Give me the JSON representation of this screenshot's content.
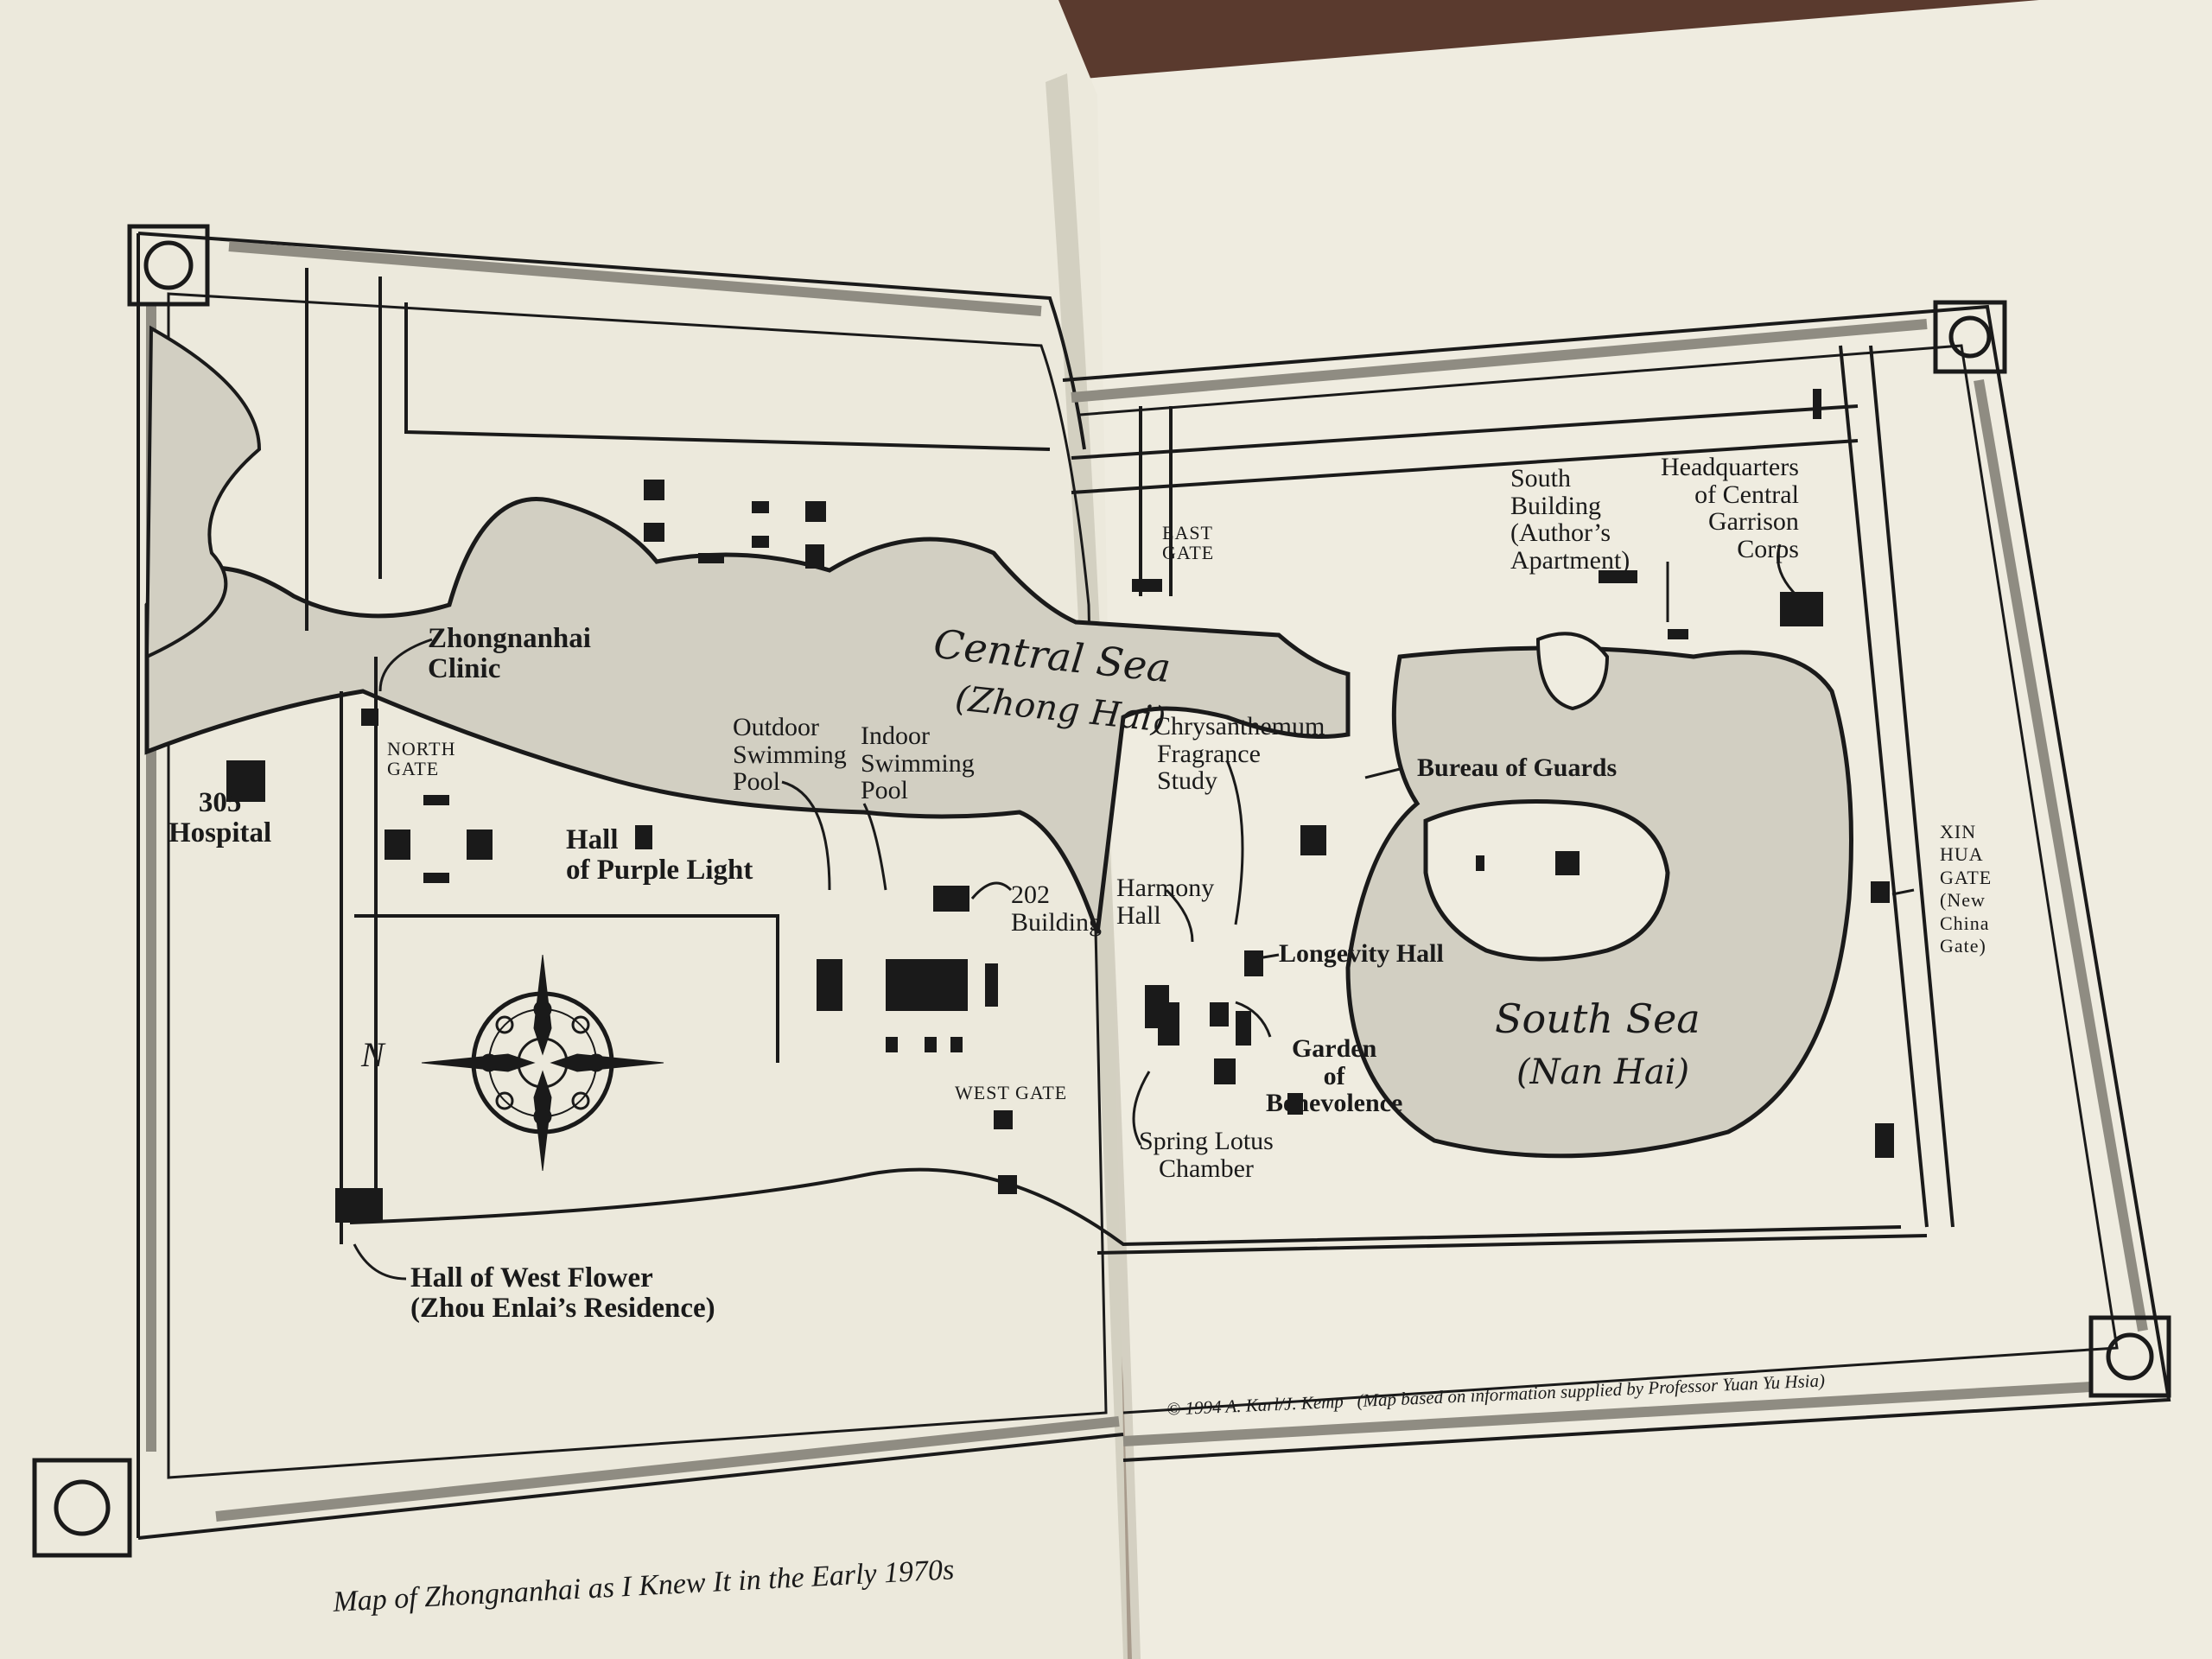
{
  "map": {
    "caption": "Map of Zhongnanhai as I Knew It in the Early 1970s",
    "credit": "© 1994 A. Karl/J. Kemp",
    "credit_note": "(Map based on information supplied by Professor Yuan Yu Hsia)",
    "compass_letter": "N",
    "seas": {
      "central": [
        "Central Sea",
        "(Zhong Hai)"
      ],
      "south": [
        "South Sea",
        "(Nan Hai)"
      ]
    },
    "gates": {
      "north": [
        "North",
        "Gate"
      ],
      "east": [
        "East",
        "Gate"
      ],
      "west": [
        "West Gate"
      ],
      "xinhua": [
        "Xin",
        "Hua",
        "Gate",
        "(New",
        "China",
        "Gate)"
      ]
    },
    "places": {
      "hospital": [
        "305",
        "Hospital"
      ],
      "clinic": [
        "Zhongnanhai",
        "Clinic"
      ],
      "outdoor_pool": [
        "Outdoor",
        "Swimming",
        "Pool"
      ],
      "indoor_pool": [
        "Indoor",
        "Swimming",
        "Pool"
      ],
      "purple_light": [
        "Hall",
        "of Purple Light"
      ],
      "building_202": [
        "202",
        "Building"
      ],
      "west_flower": [
        "Hall of West Flower",
        "(Zhou Enlai’s Residence)"
      ],
      "chrysanthemum": [
        "Chrysanthemum",
        "Fragrance",
        "Study"
      ],
      "harmony": [
        "Harmony",
        "Hall"
      ],
      "longevity": [
        "Longevity Hall"
      ],
      "garden": [
        "Garden",
        "of",
        "Benevolence"
      ],
      "spring_lotus": [
        "Spring Lotus",
        "Chamber"
      ],
      "bureau": [
        "Bureau of Guards"
      ],
      "south_building": [
        "South",
        "Building",
        "(Author’s",
        "Apartment)"
      ],
      "headquarters": [
        "Headquarters",
        "of Central",
        "Garrison",
        "Corps"
      ]
    },
    "colors": {
      "paper": "#f1eedd",
      "ink": "#1a1a1a",
      "water": "#cfccbf",
      "background": "#5a3a2e"
    }
  }
}
